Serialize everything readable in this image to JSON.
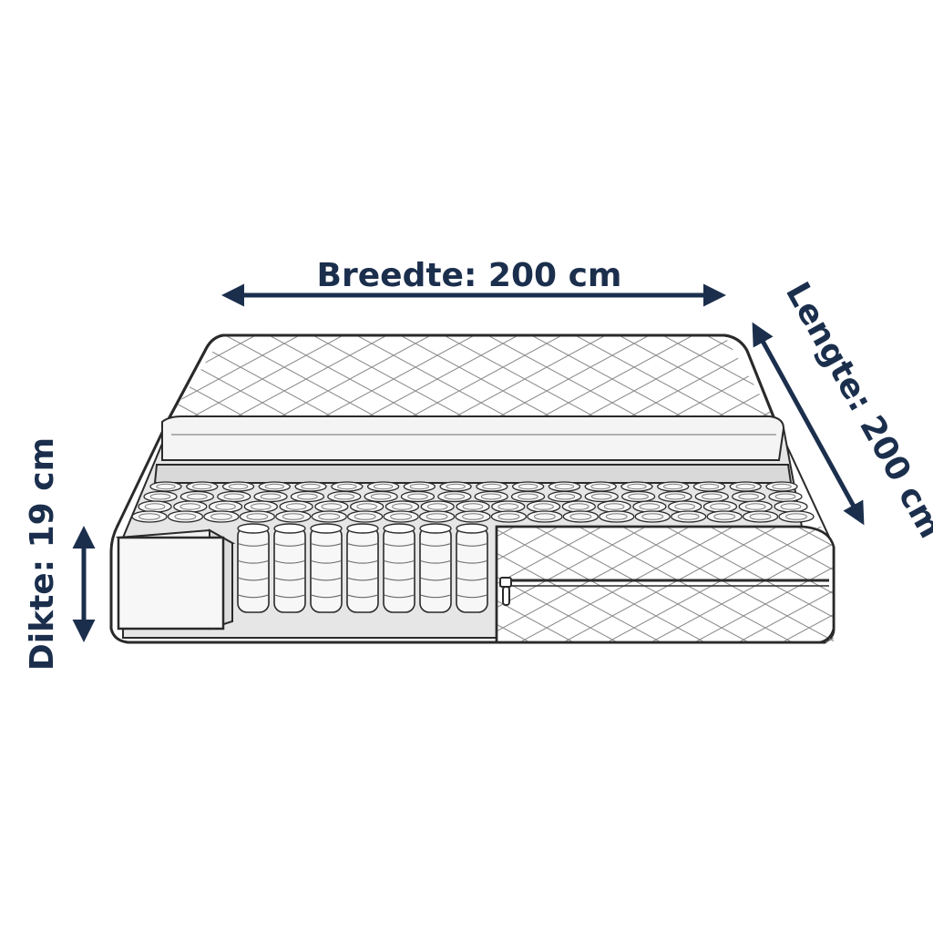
{
  "dimensions": {
    "width_label": "Breedte: 200 cm",
    "length_label": "Lengte: 200 cm",
    "thickness_label": "Dikte: 19 cm"
  },
  "colors": {
    "label": "#1b2f4d",
    "arrow": "#1b2f4d",
    "outline": "#2a2a2a",
    "fabric": "#ffffff",
    "cavity": "#e6e6e6",
    "spring": "#f7f7f7"
  }
}
